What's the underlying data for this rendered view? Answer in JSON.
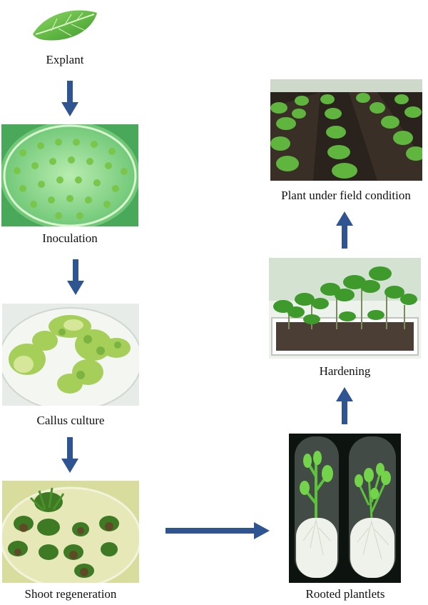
{
  "steps": {
    "explant": "Explant",
    "inoculation": "Inoculation",
    "callus": "Callus culture",
    "shoot": "Shoot regeneration",
    "rooted": "Rooted plantlets",
    "hardening": "Hardening",
    "field": "Plant under field condition"
  },
  "colors": {
    "arrow": "#2e5592",
    "leaf": "#5cb83a"
  }
}
